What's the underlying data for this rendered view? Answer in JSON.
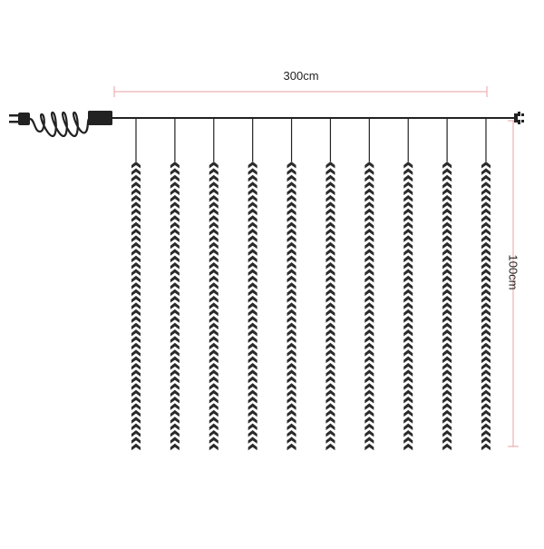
{
  "dimensions": {
    "width_label": "300cm",
    "height_label": "100cm"
  },
  "diagram": {
    "strand_count": 10,
    "colors": {
      "wire": "#222222",
      "leaf": "#2b2b2b",
      "dimension_line": "#e8a0a6"
    },
    "icons": [
      "power-plug-icon",
      "coiled-cord-icon",
      "controller-box-icon",
      "end-connector-icon",
      "leaf-strand-icon"
    ]
  }
}
